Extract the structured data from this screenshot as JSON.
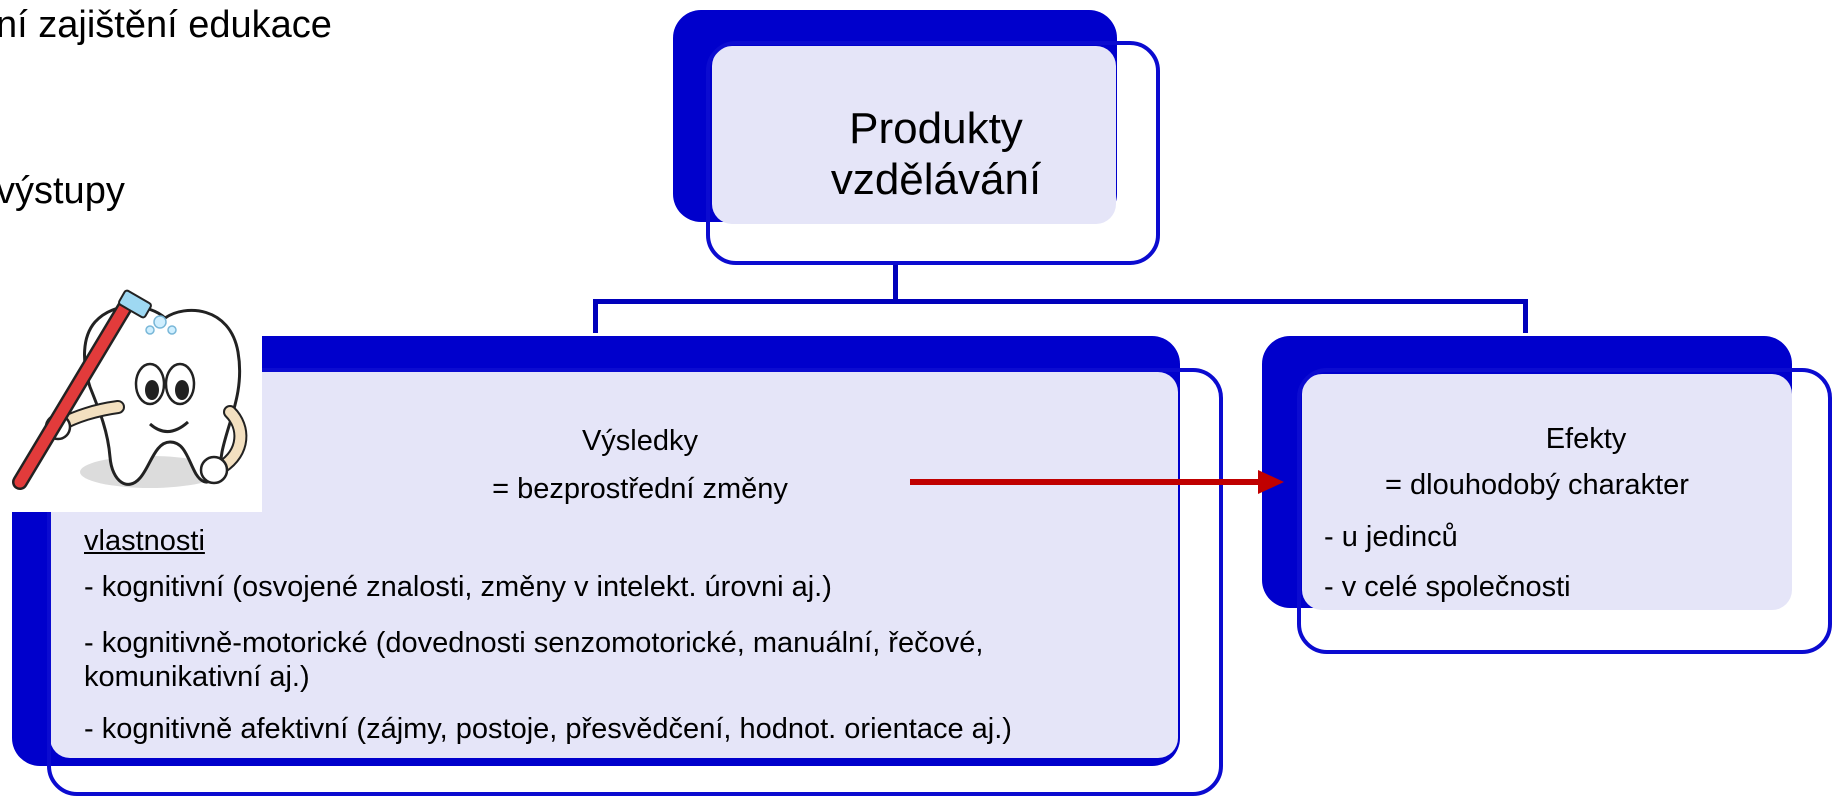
{
  "slide": {
    "heading_line1": "ní zajištění edukace",
    "heading_line2": "výstupy"
  },
  "diagram": {
    "top_box": {
      "line1": "Produkty",
      "line2": "vzdělávání"
    },
    "left_box": {
      "title": "Výsledky",
      "subtitle": "= bezprostřední změny",
      "section_label": "vlastnosti",
      "items": [
        "- kognitivní (osvojené znalosti, změny v intelekt. úrovni aj.)",
        "- kognitivně-motorické (dovednosti senzomotorické, manuální, řečové,",
        "komunikativní aj.)",
        "- kognitivně afektivní (zájmy, postoje, přesvědčení, hodnot. orientace aj.)"
      ]
    },
    "right_box": {
      "title": "Efekty",
      "subtitle": "= dlouhodobý charakter",
      "items": [
        "- u jedinců",
        "- v celé společnosti"
      ]
    },
    "colors": {
      "box_shadow": "#0000cc",
      "box_fill": "#e5e5f8",
      "box_outline": "#0b0bd0",
      "connector": "#0000bb",
      "arrow": "#c00000"
    }
  },
  "illustration": {
    "icon": "tooth-with-toothbrush-icon"
  }
}
